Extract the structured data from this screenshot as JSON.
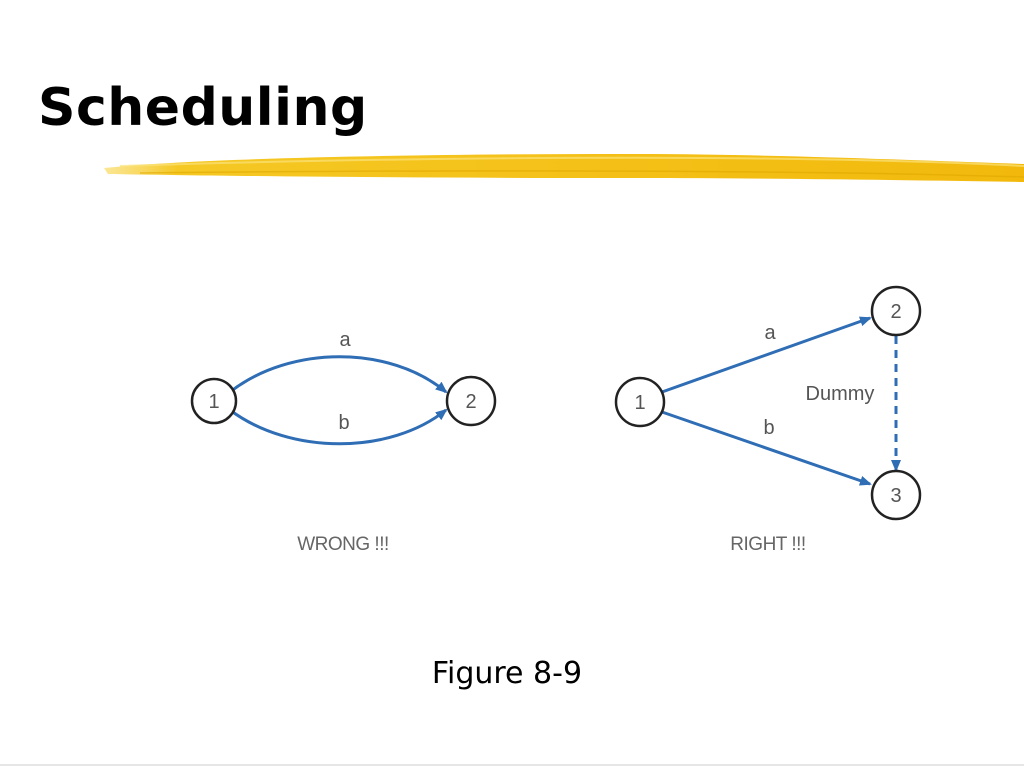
{
  "slide": {
    "title": "Scheduling",
    "figure_label": "Figure 8-9",
    "accent_color": "#f5c518"
  },
  "diagram": {
    "wrong": {
      "caption": "WRONG !!!",
      "nodes": [
        {
          "id": "n1",
          "label": "1"
        },
        {
          "id": "n2",
          "label": "2"
        }
      ],
      "edges": [
        {
          "from": "1",
          "to": "2",
          "label": "a"
        },
        {
          "from": "1",
          "to": "2",
          "label": "b"
        }
      ]
    },
    "right": {
      "caption": "RIGHT !!!",
      "nodes": [
        {
          "id": "n1",
          "label": "1"
        },
        {
          "id": "n2",
          "label": "2"
        },
        {
          "id": "n3",
          "label": "3"
        }
      ],
      "edges": [
        {
          "from": "1",
          "to": "2",
          "label": "a"
        },
        {
          "from": "1",
          "to": "3",
          "label": "b"
        },
        {
          "from": "2",
          "to": "3",
          "label": "Dummy",
          "style": "dashed"
        }
      ]
    },
    "edge_color": "#2f6db5",
    "node_stroke_color": "#222222"
  }
}
